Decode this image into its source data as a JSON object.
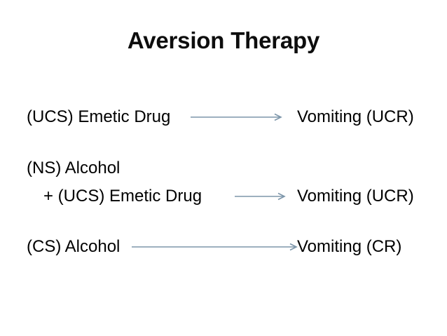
{
  "slide": {
    "title": "Aversion Therapy",
    "background_color": "#ffffff",
    "text_color": "#000000",
    "arrow_color": "#7d96aa"
  },
  "rows": [
    {
      "id": "row-1",
      "left_label": "(UCS) Emetic Drug",
      "right_label": "Vomiting (UCR)",
      "has_arrow": true
    },
    {
      "id": "row-2-line-1",
      "left_label": "(NS) Alcohol",
      "right_label": "",
      "has_arrow": false
    },
    {
      "id": "row-2-line-2",
      "left_label": "+ (UCS) Emetic Drug",
      "right_label": "Vomiting (UCR)",
      "has_arrow": true
    },
    {
      "id": "row-3",
      "left_label": "(CS) Alcohol",
      "right_label": "Vomiting (CR)",
      "has_arrow": true
    }
  ],
  "arrows": {
    "arrow_1_name": "arrow-ucs-to-ucr",
    "arrow_2_name": "arrow-ns-ucs-to-ucr",
    "arrow_3_name": "arrow-cs-to-cr"
  }
}
